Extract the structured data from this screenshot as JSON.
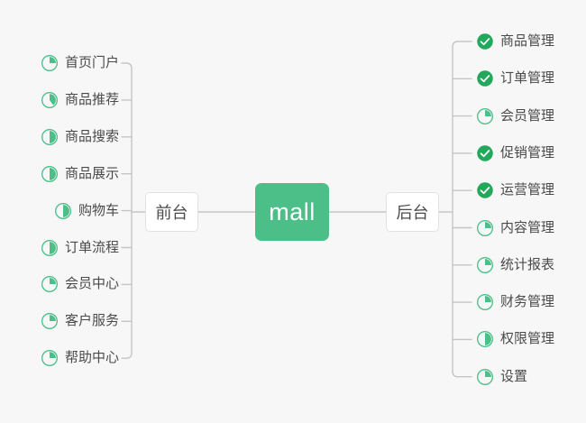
{
  "diagram": {
    "type": "mindmap",
    "background_color": "#f7f7f7",
    "accent_color": "#4cbf89",
    "done_color": "#22a85a",
    "connector_color": "#c5c5c5",
    "text_color": "#4a4a4a",
    "center": {
      "label": "mall"
    },
    "branches": [
      {
        "id": "frontend",
        "label": "前台",
        "side": "left",
        "items": [
          {
            "label": "首页门户",
            "icon": "pie-progress-icon",
            "progress": 25,
            "status": "in-progress"
          },
          {
            "label": "商品推荐",
            "icon": "pie-progress-icon",
            "progress": 40,
            "status": "in-progress"
          },
          {
            "label": "商品搜索",
            "icon": "pie-progress-icon",
            "progress": 50,
            "status": "in-progress"
          },
          {
            "label": "商品展示",
            "icon": "pie-progress-icon",
            "progress": 50,
            "status": "in-progress"
          },
          {
            "label": "购物车",
            "icon": "pie-progress-icon",
            "progress": 50,
            "status": "in-progress"
          },
          {
            "label": "订单流程",
            "icon": "pie-progress-icon",
            "progress": 50,
            "status": "in-progress"
          },
          {
            "label": "会员中心",
            "icon": "pie-progress-icon",
            "progress": 25,
            "status": "in-progress"
          },
          {
            "label": "客户服务",
            "icon": "pie-progress-icon",
            "progress": 25,
            "status": "in-progress"
          },
          {
            "label": "帮助中心",
            "icon": "pie-progress-icon",
            "progress": 25,
            "status": "in-progress"
          }
        ]
      },
      {
        "id": "backend",
        "label": "后台",
        "side": "right",
        "items": [
          {
            "label": "商品管理",
            "icon": "check-circle-icon",
            "progress": 100,
            "status": "done"
          },
          {
            "label": "订单管理",
            "icon": "check-circle-icon",
            "progress": 100,
            "status": "done"
          },
          {
            "label": "会员管理",
            "icon": "pie-progress-icon",
            "progress": 25,
            "status": "in-progress"
          },
          {
            "label": "促销管理",
            "icon": "check-circle-icon",
            "progress": 100,
            "status": "done"
          },
          {
            "label": "运营管理",
            "icon": "check-circle-icon",
            "progress": 100,
            "status": "done"
          },
          {
            "label": "内容管理",
            "icon": "pie-progress-icon",
            "progress": 25,
            "status": "in-progress"
          },
          {
            "label": "统计报表",
            "icon": "pie-progress-icon",
            "progress": 25,
            "status": "in-progress"
          },
          {
            "label": "财务管理",
            "icon": "pie-progress-icon",
            "progress": 25,
            "status": "in-progress"
          },
          {
            "label": "权限管理",
            "icon": "pie-progress-icon",
            "progress": 50,
            "status": "in-progress"
          },
          {
            "label": "设置",
            "icon": "pie-progress-icon",
            "progress": 25,
            "status": "in-progress"
          }
        ]
      }
    ]
  }
}
